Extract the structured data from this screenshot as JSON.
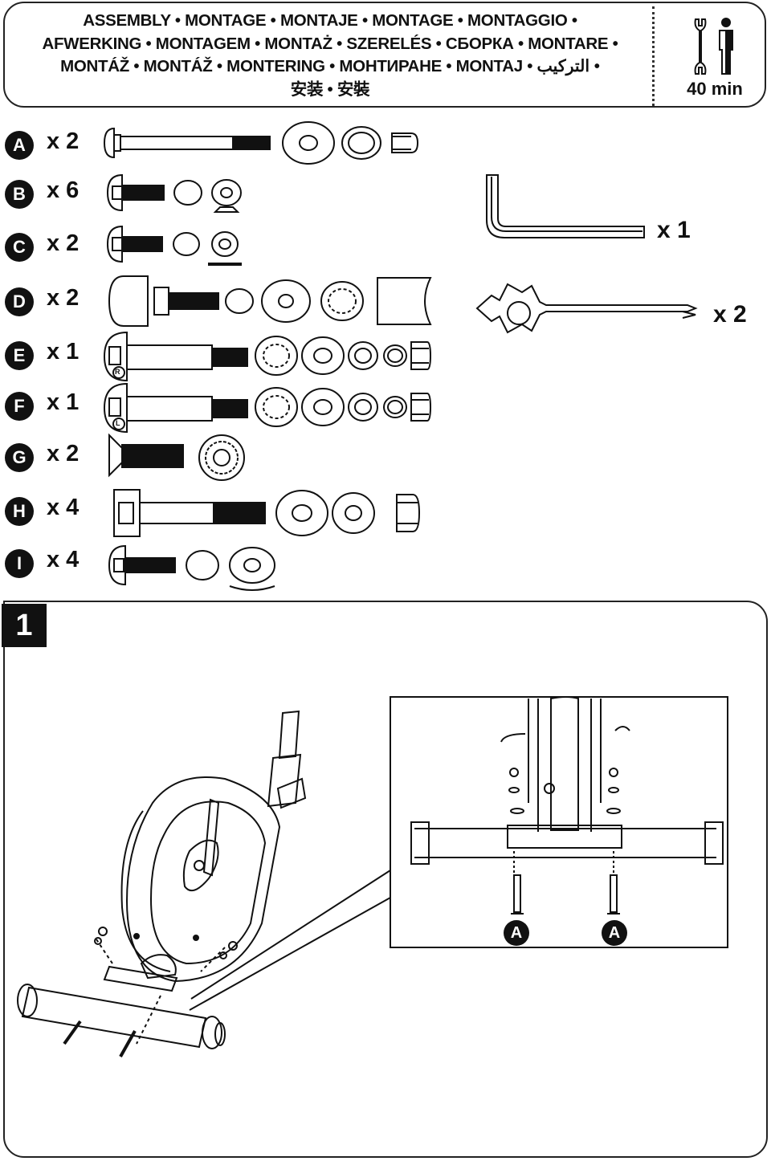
{
  "header": {
    "lines": [
      "ASSEMBLY • MONTAGE • MONTAJE • MONTAGE • MONTAGGIO •",
      "AFWERKING • MONTAGEM • MONTAŻ • SZERELÉS • СБОРКА • MONTARE •",
      "MONTÁŽ • MONTÁŽ • MONTERING • МОНТИРАНЕ • MONTAJ • التركيب •",
      "安装 • 安裝"
    ],
    "time": "40 min",
    "tools_icon": "wrench-person-icon"
  },
  "parts": [
    {
      "letter": "A",
      "qty": "x 2",
      "marking": ""
    },
    {
      "letter": "B",
      "qty": "x 6",
      "marking": ""
    },
    {
      "letter": "C",
      "qty": "x 2",
      "marking": ""
    },
    {
      "letter": "D",
      "qty": "x 2",
      "marking": ""
    },
    {
      "letter": "E",
      "qty": "x 1",
      "marking": "R"
    },
    {
      "letter": "F",
      "qty": "x 1",
      "marking": "L"
    },
    {
      "letter": "G",
      "qty": "x 2",
      "marking": ""
    },
    {
      "letter": "H",
      "qty": "x 4",
      "marking": ""
    },
    {
      "letter": "I",
      "qty": "x 4",
      "marking": ""
    }
  ],
  "tools": [
    {
      "name": "allen-key",
      "qty": "x 1"
    },
    {
      "name": "multi-wrench-screwdriver",
      "qty": "x 2"
    }
  ],
  "step": {
    "number": "1",
    "callouts": [
      "A",
      "A"
    ]
  }
}
